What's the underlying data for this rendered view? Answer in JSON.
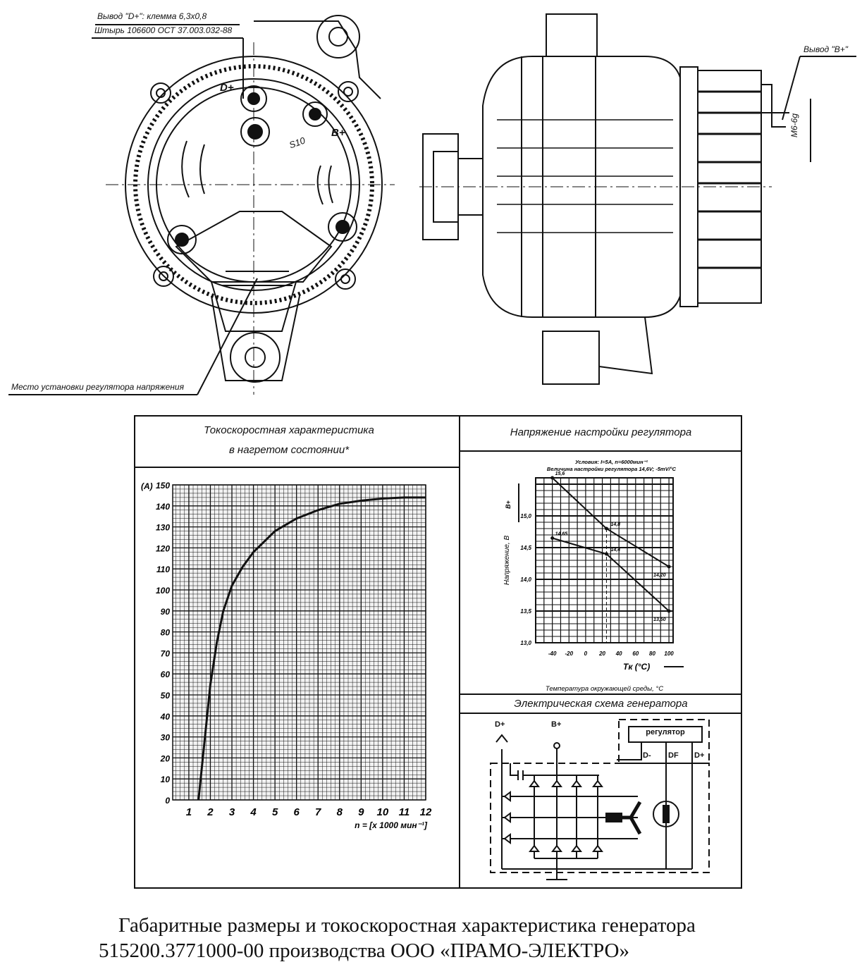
{
  "front_view": {
    "label_d_plus_terminal": "Вывод \"D+\": клемма 6,3х0,8",
    "label_pin": "Штырь 106600 ОСТ 37.003.032-88",
    "label_regulator_place": "Место установки регулятора напряжения",
    "mark_d_plus": "D+",
    "mark_b_plus": "B+",
    "mark_s10": "S10"
  },
  "side_view": {
    "label_b_plus": "Вывод \"B+\"",
    "thread": "М6-6g"
  },
  "current_chart_title": [
    "Токоскоростная характеристика",
    "в нагретом состоянии*"
  ],
  "regulator_chart_title": "Напряжение настройки регулятора",
  "circuit": {
    "title": "Электрическая схема генератора",
    "regulator": "регулятор",
    "d_plus": "D+",
    "b_plus": "B+",
    "d_minus": "D-",
    "df": "DF",
    "d_plus_reg": "D+"
  },
  "chart_data": [
    {
      "type": "line",
      "title": "Токоскоростная характеристика в нагретом состоянии*",
      "ylabel": "(A)",
      "xlabel": "n = [x 1000 мин⁻¹]",
      "xlim": [
        0.25,
        12
      ],
      "ylim": [
        0,
        150
      ],
      "xticks": [
        "1",
        "2",
        "3",
        "4",
        "5",
        "6",
        "7",
        "8",
        "9",
        "10",
        "11",
        "12"
      ],
      "yticks": [
        "0",
        "10",
        "20",
        "30",
        "40",
        "50",
        "60",
        "70",
        "80",
        "90",
        "100",
        "110",
        "120",
        "130",
        "140",
        "150"
      ],
      "grid": true,
      "x": [
        1.45,
        1.7,
        2.0,
        2.3,
        2.6,
        3.0,
        3.5,
        4.0,
        5.0,
        6.0,
        7.0,
        8.0,
        9.0,
        10.0,
        11.0,
        12.0
      ],
      "y": [
        0,
        25,
        55,
        75,
        90,
        102,
        111,
        118,
        128,
        134,
        138,
        141,
        142.5,
        143.5,
        144,
        144
      ]
    },
    {
      "type": "line",
      "title": "Напряжение настройки регулятора",
      "conditions": [
        "Условия: I=5A, n=6000мин⁻¹",
        "Величина настройки регулятора 14,6V; -5mV/°C"
      ],
      "ylabel": "Напряжение, В",
      "yaxis_mark": "B+",
      "xlabel": "Температура окружающей среды, °С",
      "xaxis_mark": "Tк (°С)",
      "xlim": [
        -60,
        105
      ],
      "ylim": [
        13.0,
        15.6
      ],
      "xticks": [
        "-40",
        "-20",
        "0",
        "20",
        "40",
        "60",
        "80",
        "100"
      ],
      "yticks": [
        "13,0",
        "13,5",
        "14,0",
        "14,5",
        "15,0"
      ],
      "grid": true,
      "series": [
        {
          "name": "upper",
          "x": [
            -40,
            25,
            100
          ],
          "y": [
            15.6,
            14.8,
            14.2
          ],
          "labels": [
            "15,6",
            "14,8",
            "14,20"
          ]
        },
        {
          "name": "lower",
          "x": [
            -40,
            25,
            100
          ],
          "y": [
            14.65,
            14.4,
            13.5
          ],
          "labels": [
            "14,65",
            "14,4",
            "13,50"
          ]
        }
      ]
    }
  ],
  "caption": {
    "line1": "Габаритные размеры и токоскоростная характеристика генератора",
    "line2": "515200.3771000-00 производства ООО «ПРАМО-ЭЛЕКТРО»"
  }
}
